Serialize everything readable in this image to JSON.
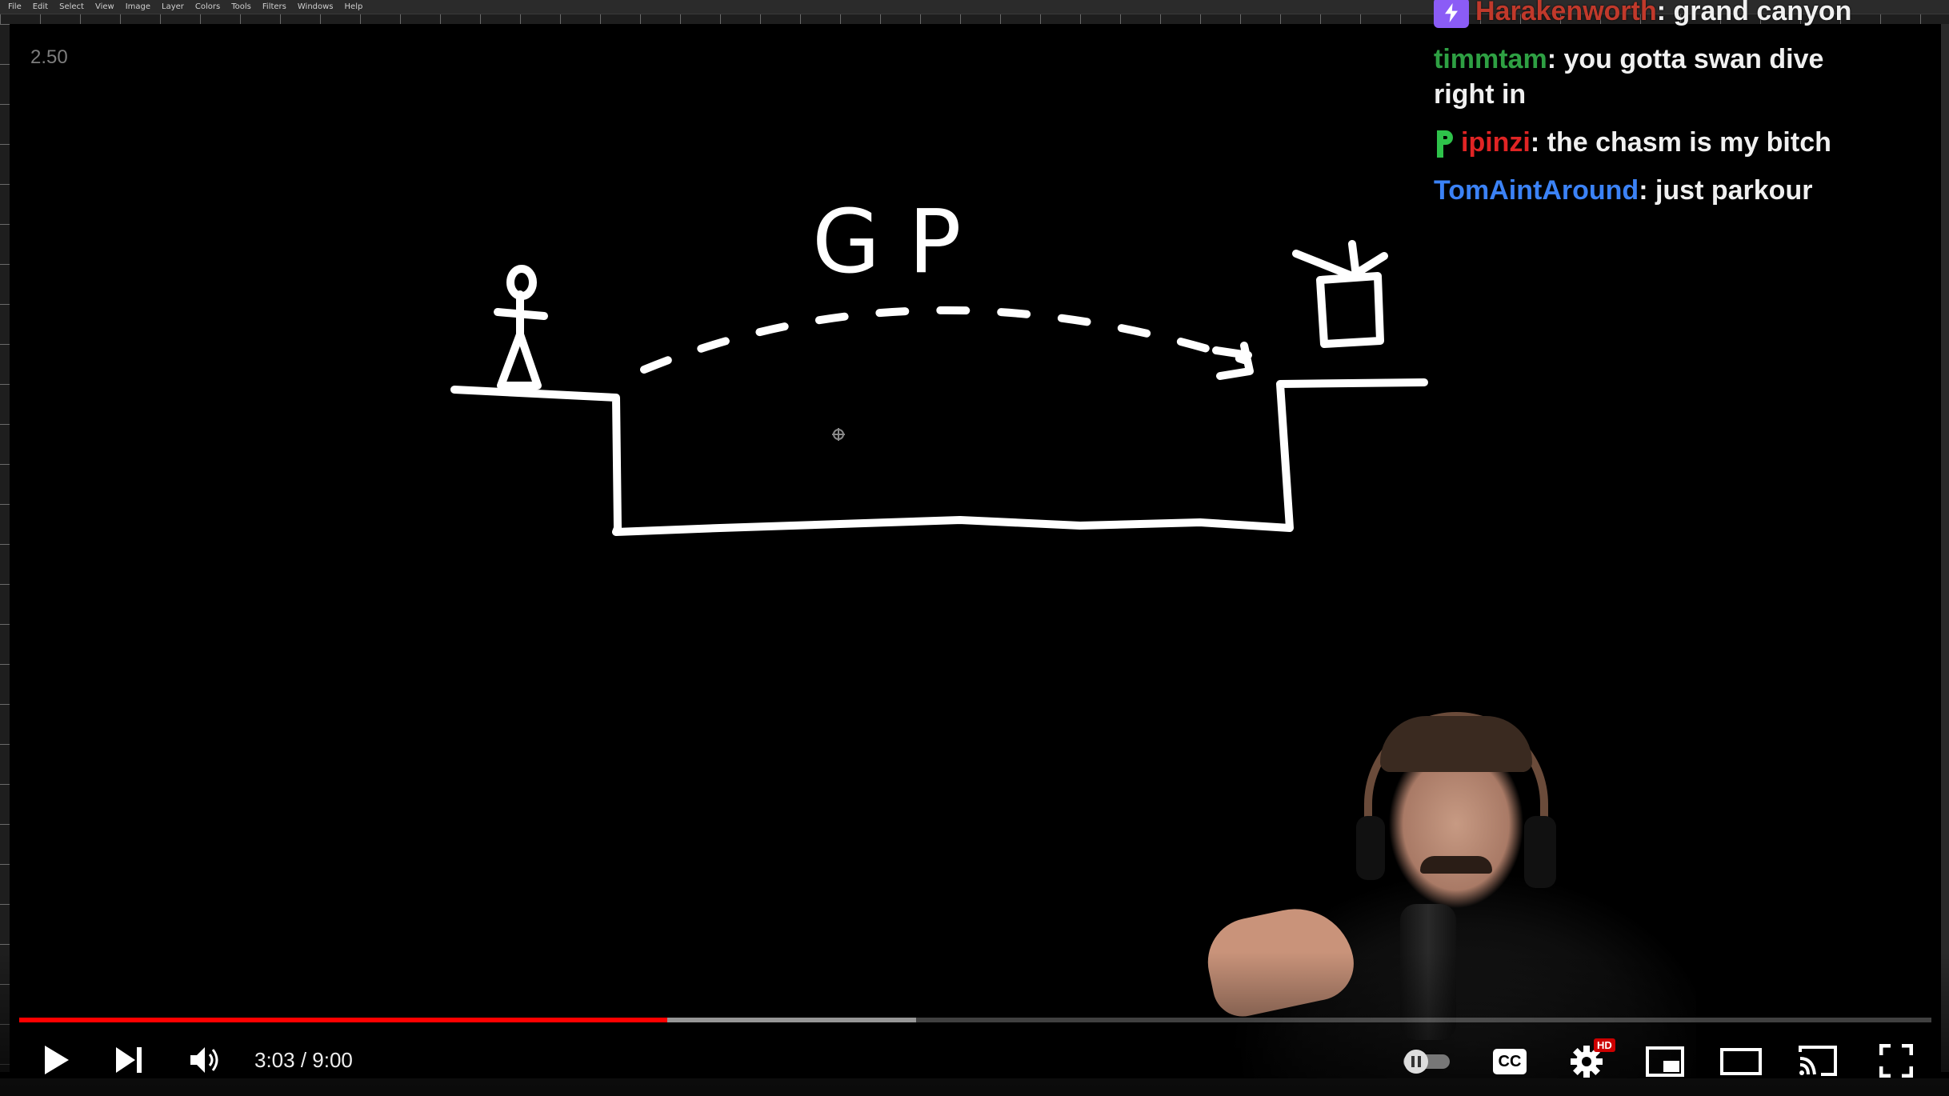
{
  "app": {
    "menu": [
      "File",
      "Edit",
      "Select",
      "View",
      "Image",
      "Layer",
      "Colors",
      "Tools",
      "Filters",
      "Windows",
      "Help"
    ],
    "zoom_label": "2.50"
  },
  "drawing": {
    "letters": "G P"
  },
  "chat": {
    "messages": [
      {
        "user": "Harakenworth",
        "user_color": "#c0392b",
        "badge": "prime-icon",
        "text": ": grand canyon"
      },
      {
        "user": "timmtam",
        "user_color": "#2ea043",
        "badge": "",
        "text": ": you gotta swan dive right in"
      },
      {
        "user": "ipinzi",
        "user_color": "#e02424",
        "badge": "p-badge-icon",
        "text": ": the chasm is my bitch"
      },
      {
        "user": "TomAintAround",
        "user_color": "#3b82f6",
        "badge": "",
        "text": ": just parkour"
      }
    ]
  },
  "player": {
    "current_time": "3:03",
    "duration": "9:00",
    "time_display": "3:03 / 9:00",
    "played_fraction": 0.339,
    "buffered_fraction": 0.469,
    "hd_label": "HD",
    "cc_label": "CC",
    "accent_color": "#ff0000"
  }
}
